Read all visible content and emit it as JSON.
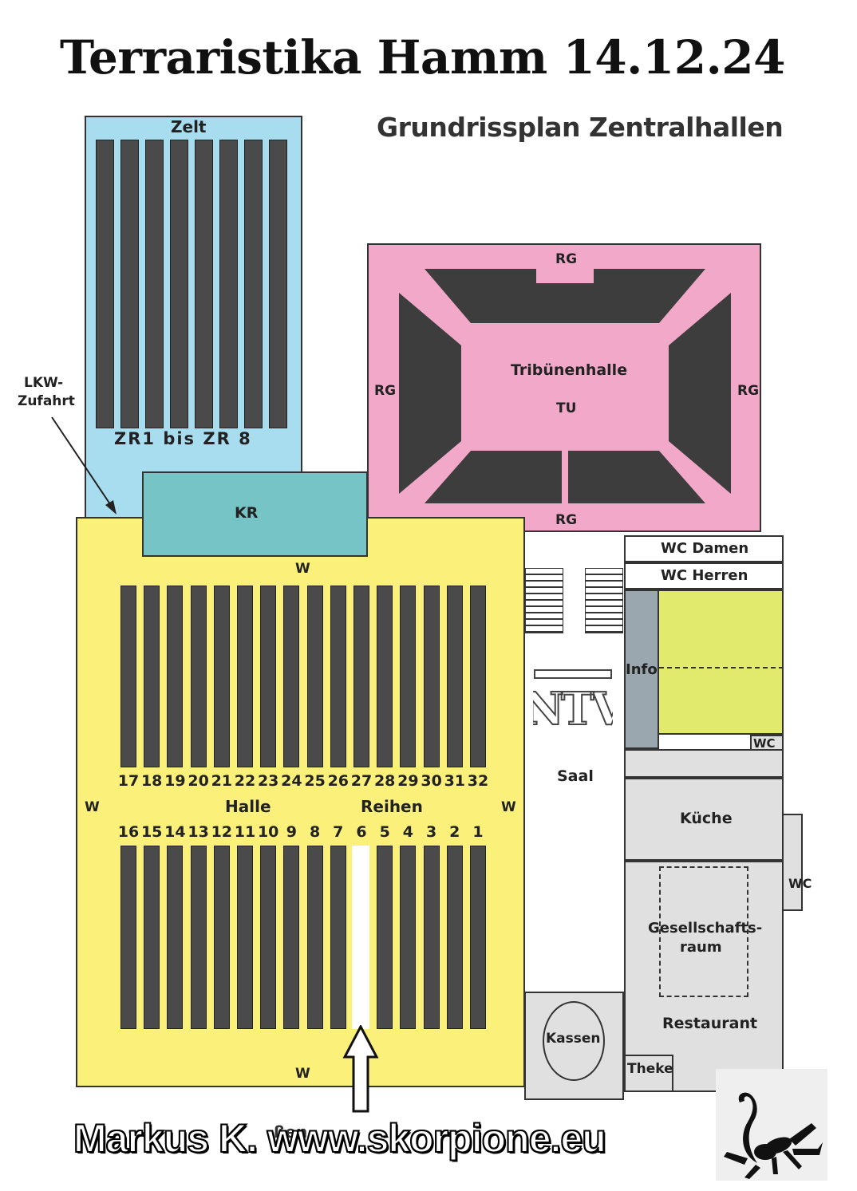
{
  "title": "Terraristika Hamm 14.12.24",
  "subtitle": "Grundrissplan Zentralhallen",
  "zelt": {
    "name": "Zelt",
    "rows_label": "ZR1 bis ZR 8"
  },
  "lkw": {
    "line1": "LKW-",
    "line2": "Zufahrt"
  },
  "kr": "KR",
  "tribuene": {
    "name": "Tribünenhalle",
    "code": "TU",
    "rg": "RG"
  },
  "halle": {
    "name": "Halle",
    "rows_word": "Reihen",
    "w": "W",
    "rows_top": [
      "17",
      "18",
      "19",
      "20",
      "21",
      "22",
      "23",
      "24",
      "25",
      "26",
      "27",
      "28",
      "29",
      "30",
      "31",
      "32"
    ],
    "rows_bottom": [
      "16",
      "15",
      "14",
      "13",
      "12",
      "11",
      "10",
      "9",
      "8",
      "7",
      "6",
      "5",
      "4",
      "3",
      "2",
      "1"
    ]
  },
  "rooms": {
    "wc_damen": "WC Damen",
    "wc_herren": "WC Herren",
    "info": "Info",
    "wc": "WC",
    "saal": "Saal",
    "kueche": "Küche",
    "gesellschaft1": "Gesellschafts-",
    "gesellschaft2": "raum",
    "restaurant": "Restaurant",
    "theke": "Theke",
    "kassen": "Kassen",
    "ntv": "NTV",
    "aussen": "ßen"
  },
  "footer": "Markus K.  www.skorpione.eu",
  "colors": {
    "zelt": "#a8dcef",
    "tribuene": "#f2a9c9",
    "halle": "#fbf07a",
    "kr": "#76c4c6",
    "info": "#9aa7ae",
    "lime": "#e2ea6e",
    "grey": "#e0e0e0",
    "row": "#4a4a4a"
  }
}
